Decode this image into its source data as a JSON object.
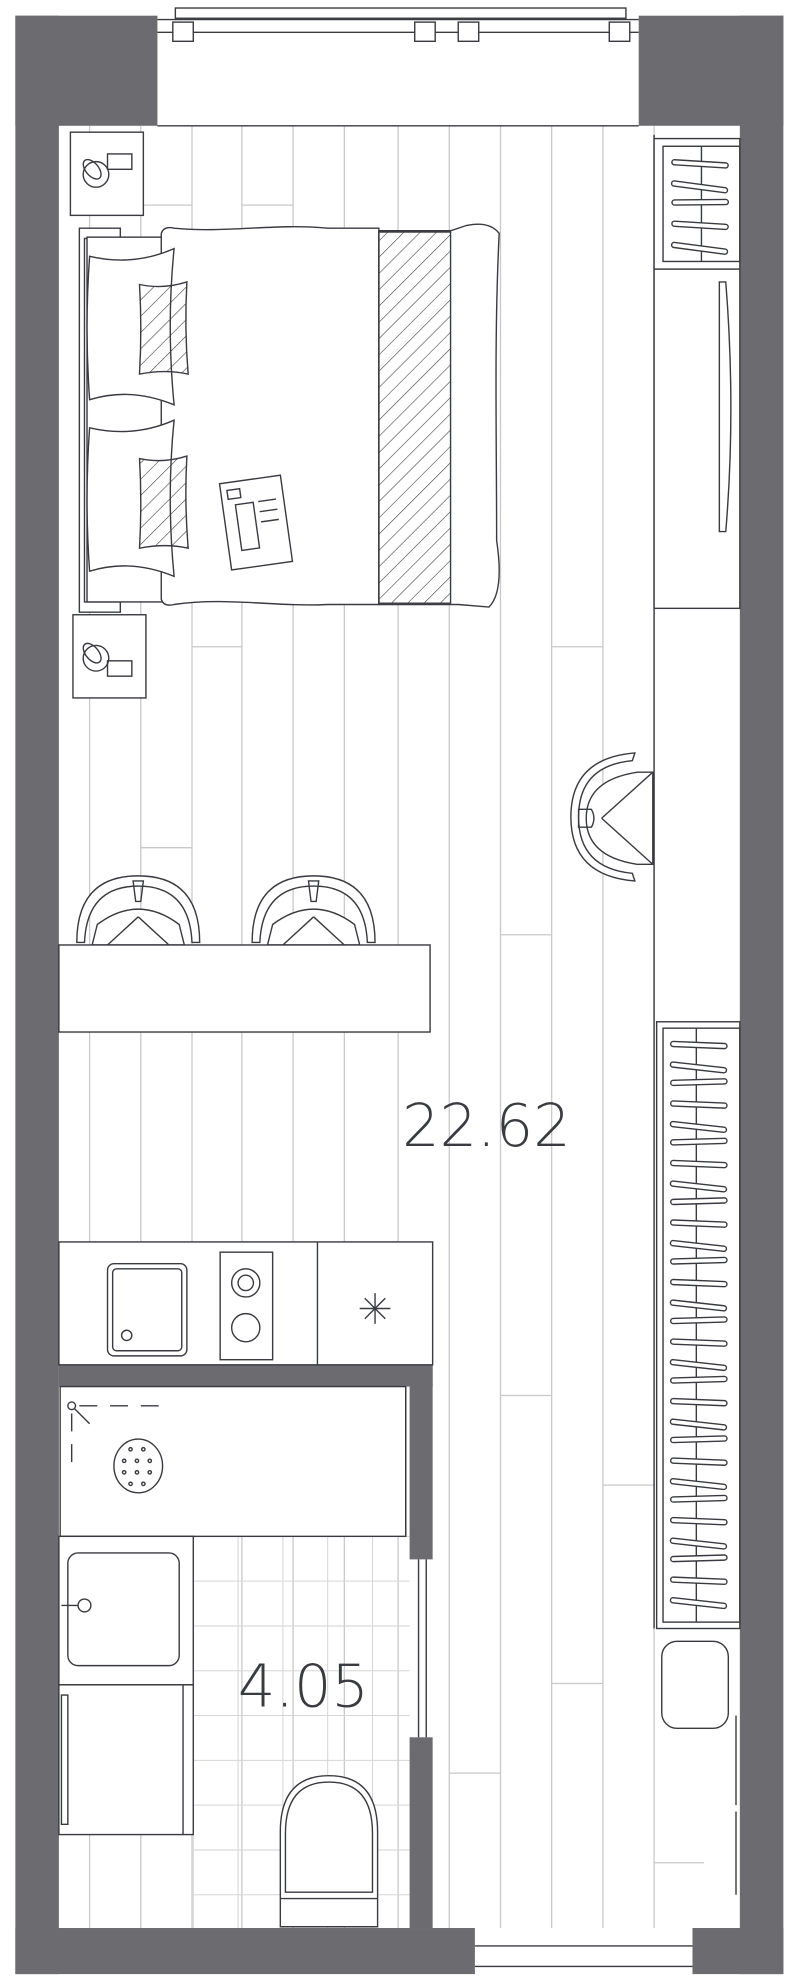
{
  "plan": {
    "rooms": [
      {
        "name": "main-room",
        "area": "22.62"
      },
      {
        "name": "bathroom",
        "area": "4.05"
      }
    ]
  },
  "colors": {
    "wall": "#6b6b70",
    "line": "#3a3b40",
    "plank": "#c8c8c8"
  }
}
